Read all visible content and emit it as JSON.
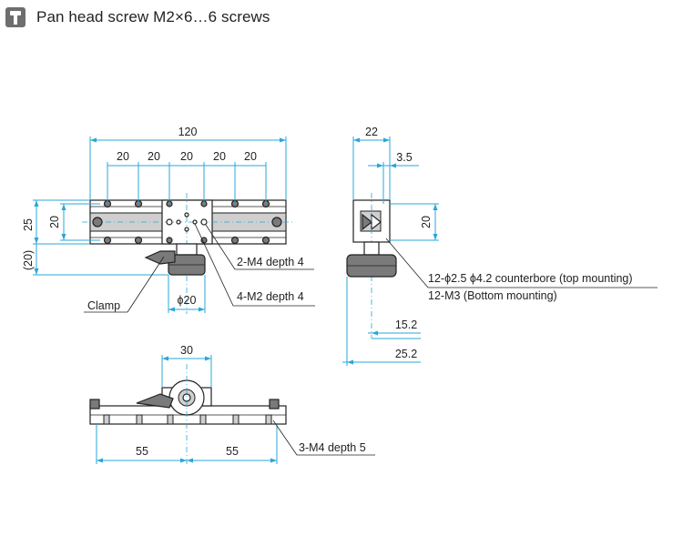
{
  "header": {
    "icon": "screw-icon",
    "title": "Pan head screw M2×6…6 screws"
  },
  "colors": {
    "dimension": "#2aa7d8",
    "outline": "#222222",
    "header_icon_bg": "#6e6e6e"
  },
  "dimensions": {
    "total_length": "120",
    "pitch_1": "20",
    "pitch_2": "20",
    "pitch_3": "20",
    "pitch_4": "20",
    "pitch_5": "20",
    "height_25": "25",
    "height_20_left": "20",
    "height_ref": "(20)",
    "width_22": "22",
    "offset_3_5": "3.5",
    "height_20_right": "20",
    "dist_15_2": "15.2",
    "dist_25_2": "25.2",
    "knob_30": "30",
    "span_55_left": "55",
    "span_55_right": "55",
    "dia_20": "ϕ20"
  },
  "callouts": {
    "clamp": "Clamp",
    "m4_depth4": "2-M4 depth 4",
    "m2_depth4": "4-M2 depth 4",
    "counterbore": "12-ϕ2.5 ϕ4.2 counterbore (top mounting)",
    "bottom_mount": "12-M3 (Bottom mounting)",
    "m4_depth5": "3-M4 depth 5"
  }
}
